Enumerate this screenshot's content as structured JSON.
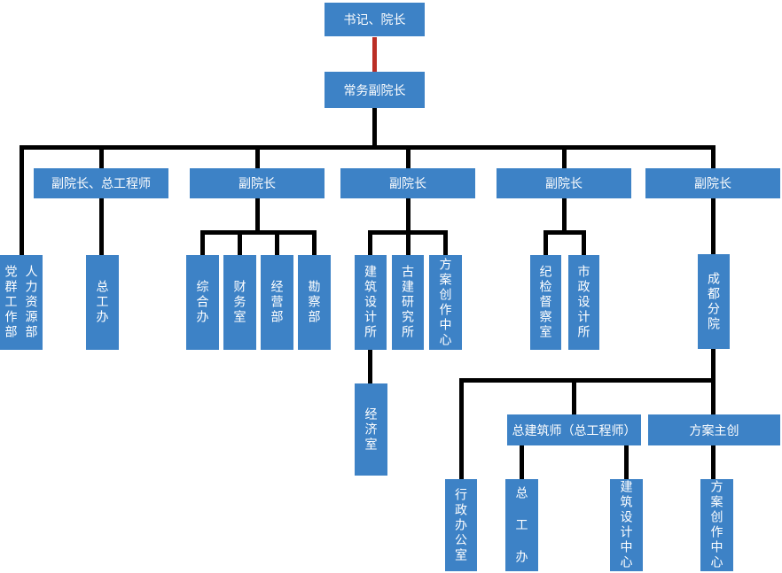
{
  "diagram": {
    "type": "org-chart",
    "colors": {
      "node_fill": "#3d82c6",
      "node_text": "#ffffff",
      "connector": "#000000",
      "special_connector": "#bb2e25"
    },
    "nodes": {
      "root": "书记、院长",
      "exec_vp": "常务副院长",
      "vp1": "副院长、总工程师",
      "vp2": "副院长",
      "vp3": "副院长",
      "vp4": "副院长",
      "vp5": "副院长",
      "dangqun": "党群工作部",
      "renli": "人力资源部",
      "zgb": "总工办",
      "zonghe": "综合办",
      "caiwu": "财务室",
      "jingying": "经营部",
      "kancha": "勘察部",
      "jzsjs": "建筑设计所",
      "gujian": "古建研究所",
      "fachuang": "方案创作中心",
      "jingji": "经济室",
      "jijian": "纪检督察室",
      "shizheng": "市政设计所",
      "chengdu": "成都分院",
      "cd_arch": "总建筑师（总工程师）",
      "cd_master": "方案主创",
      "cd_xingzheng": "行政办公室",
      "cd_zgb": "总 工 办",
      "cd_jzsj": "建筑设计中心",
      "cd_facz": "方案创作中心"
    },
    "edges": [
      [
        "root",
        "exec_vp",
        "special"
      ],
      [
        "exec_vp",
        "dangqun_renli"
      ],
      [
        "exec_vp",
        "vp1"
      ],
      [
        "exec_vp",
        "vp2"
      ],
      [
        "exec_vp",
        "vp3"
      ],
      [
        "exec_vp",
        "vp4"
      ],
      [
        "exec_vp",
        "vp5"
      ],
      [
        "vp1",
        "zgb"
      ],
      [
        "vp2",
        "zonghe"
      ],
      [
        "vp2",
        "caiwu"
      ],
      [
        "vp2",
        "jingying"
      ],
      [
        "vp2",
        "kancha"
      ],
      [
        "vp3",
        "jzsjs"
      ],
      [
        "vp3",
        "gujian"
      ],
      [
        "vp3",
        "fachuang"
      ],
      [
        "jzsjs",
        "jingji"
      ],
      [
        "vp4",
        "jijian"
      ],
      [
        "vp4",
        "shizheng"
      ],
      [
        "vp5",
        "chengdu"
      ],
      [
        "chengdu",
        "cd_xingzheng"
      ],
      [
        "chengdu",
        "cd_arch"
      ],
      [
        "chengdu",
        "cd_master"
      ],
      [
        "cd_arch",
        "cd_zgb"
      ],
      [
        "cd_arch",
        "cd_jzsj"
      ],
      [
        "cd_master",
        "cd_facz"
      ]
    ]
  }
}
